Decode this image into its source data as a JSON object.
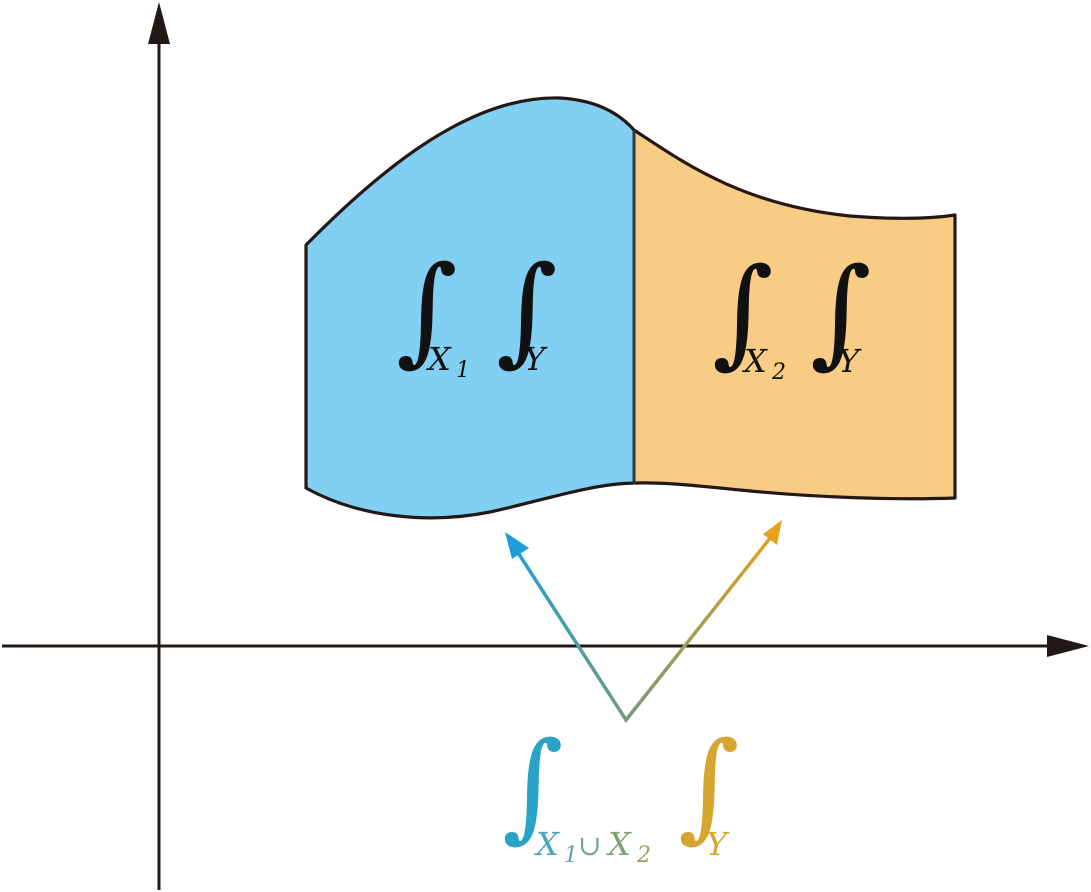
{
  "colors": {
    "axis": "#231815",
    "region_left": "#81CFF3",
    "region_right": "#F8CC84",
    "outline": "#231815",
    "arrow_left": "#1B9FD9",
    "arrow_right": "#E6A21E",
    "arrow_join": "#7B9A74",
    "bottom_left_label": "#2AA3C8",
    "bottom_mid_label": "#7F9F6E",
    "bottom_right_label": "#D6A52D"
  },
  "regions": {
    "left": {
      "integral_sign": "∫",
      "sub1": "X",
      "sub1_index": "1",
      "sub2": "Y"
    },
    "right": {
      "integral_sign": "∫",
      "sub1": "X",
      "sub1_index": "2",
      "sub2": "Y"
    }
  },
  "bottom_formula": {
    "integral_sign": "∫",
    "sub_left": "X",
    "sub_left_index": "1",
    "union": "∪",
    "sub_mid": "X",
    "sub_mid_index": "2",
    "sub_right": "Y"
  }
}
